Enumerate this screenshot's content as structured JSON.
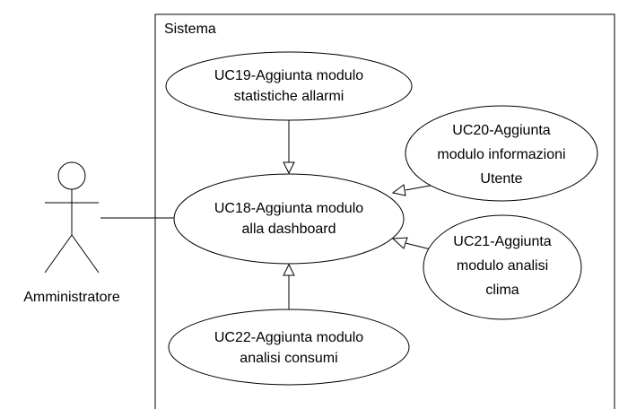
{
  "system": {
    "label": "Sistema"
  },
  "actor": {
    "name": "Amministratore"
  },
  "use_cases": {
    "uc19": {
      "line1": "UC19-Aggiunta modulo",
      "line2": "statistiche allarmi"
    },
    "uc18": {
      "line1": "UC18-Aggiunta modulo",
      "line2": "alla dashboard"
    },
    "uc20": {
      "line1": "UC20-Aggiunta",
      "line2": "modulo informazioni",
      "line3": "Utente"
    },
    "uc21": {
      "line1": "UC21-Aggiunta",
      "line2": "modulo analisi",
      "line3": "clima"
    },
    "uc22": {
      "line1": "UC22-Aggiunta modulo",
      "line2": "analisi consumi"
    }
  }
}
